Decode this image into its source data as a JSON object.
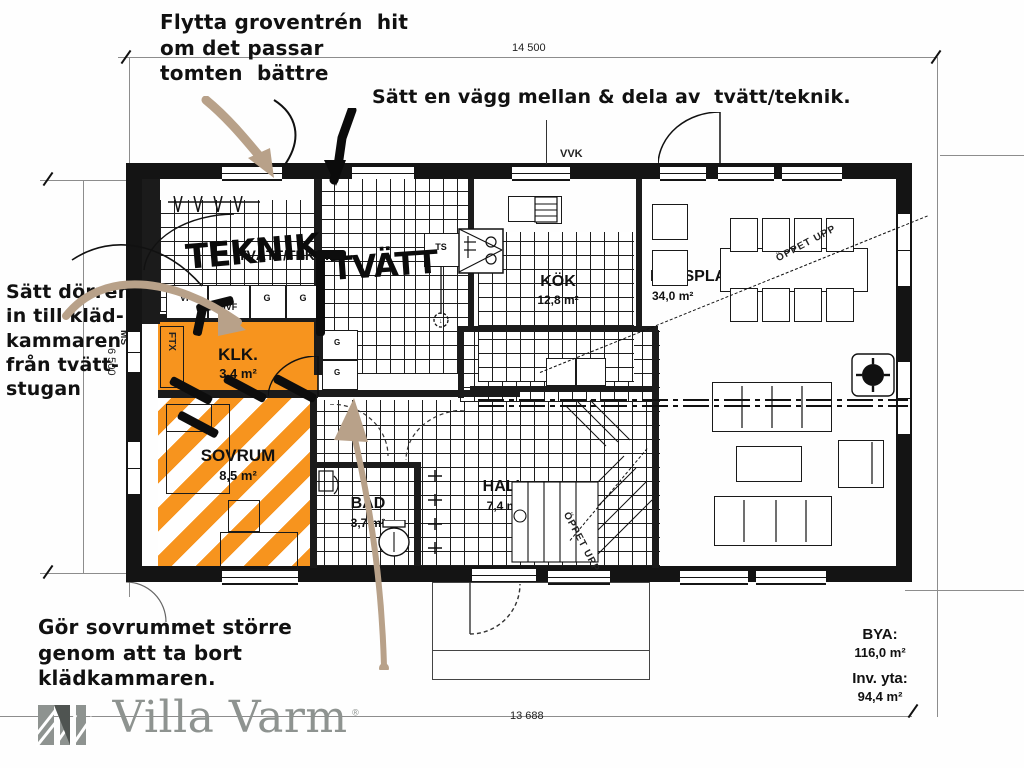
{
  "document": {
    "type": "architectural-floor-plan",
    "brand": "Villa Varm",
    "brand_suffix": "®"
  },
  "dimensions": {
    "top_overall": "14 500",
    "bottom_overall": "13 688",
    "left_vertical": "6 500"
  },
  "areas": {
    "bya_label": "BYA:",
    "bya_value": "116,0 m²",
    "inv_label": "Inv. yta:",
    "inv_value": "94,4 m²"
  },
  "rooms": [
    {
      "id": "tvatt-teknik",
      "label": "TVÄTT/TEKNIK",
      "area": ""
    },
    {
      "id": "klk",
      "label": "KLK.",
      "area": "3,4 m²"
    },
    {
      "id": "sovrum",
      "label": "SOVRUM",
      "area": "8,5 m²"
    },
    {
      "id": "bad",
      "label": "BAD",
      "area": "3,7 m²"
    },
    {
      "id": "hall",
      "label": "HALL",
      "area": "7,4 m²"
    },
    {
      "id": "kok",
      "label": "KÖK",
      "area": "12,8 m²"
    },
    {
      "id": "matplats",
      "label": "MATSPLATS VARDAGSRUM",
      "area": "34,0 m²"
    }
  ],
  "plan_tags": {
    "vvk": "VVK",
    "ts": "TS",
    "vp": "VP",
    "ftx": "FTX",
    "g1": "G",
    "g2": "G",
    "g3": "G",
    "gvf": "GVF",
    "ms": "MS",
    "oppet_upp_1": "ÖPPET UPP",
    "oppet_upp_2": "ÖPPET UPP",
    "oppet_upp_3": "ÖPPET UPP"
  },
  "annotations": {
    "top_left": "Flytta groventrén  hit\nom det passar\ntomten  bättre",
    "top_right": "Sätt en vägg mellan & dela av  tvätt/teknik.",
    "left": "Sätt dörren\nin till kläd-\nkammaren\nfrån tvätt-\nstugan",
    "bottom_left": "Gör sovrummet större\ngenom att ta bort\nklädkammaren.",
    "marker_teknik": "TEKNIK",
    "marker_tvatt": "TVÄTT"
  },
  "colors": {
    "highlight_orange": "#F7941E",
    "wall_black": "#141414",
    "marker_black": "#0b0b0b",
    "tan_arrow": "#B8A189",
    "dimension_gray": "#8d8d8d",
    "logo_gray": "#8e9390"
  }
}
